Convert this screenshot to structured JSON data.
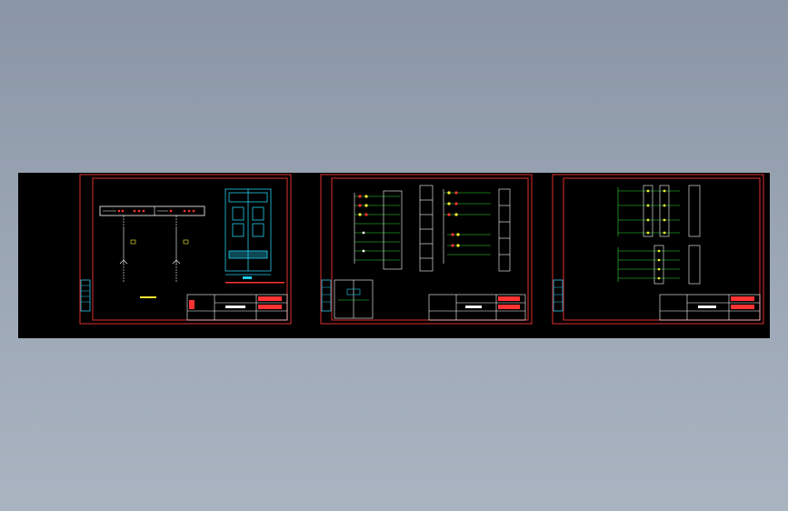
{
  "colors": {
    "background": "#000000",
    "frame": "#e03030",
    "line": "#ffffff",
    "wire": "#33dd33",
    "accent": "#22ccee",
    "warn": "#ff3333",
    "tag": "#ffee33"
  },
  "sheets": [
    {
      "id": "sheet-1",
      "kind": "panel-elevation-and-single-line"
    },
    {
      "id": "sheet-2",
      "kind": "control-wiring"
    },
    {
      "id": "sheet-3",
      "kind": "terminal-wiring"
    }
  ]
}
